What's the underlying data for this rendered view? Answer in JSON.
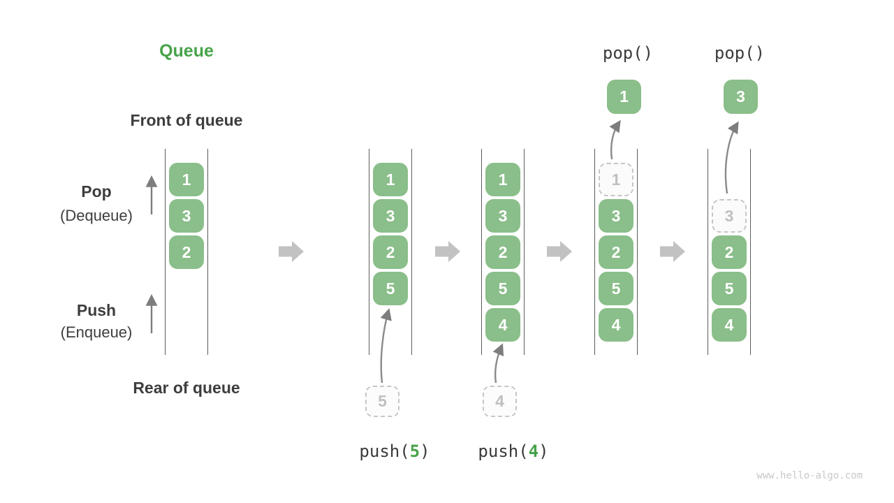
{
  "title": "Queue",
  "side_labels": {
    "front": "Front of queue",
    "rear": "Rear of queue",
    "pop": "Pop",
    "pop_sub": "(Dequeue)",
    "push": "Push",
    "push_sub": "(Enqueue)"
  },
  "queues": [
    {
      "slots": [
        "1",
        "3",
        "2"
      ]
    },
    {
      "slots": [
        "1",
        "3",
        "2",
        "5"
      ],
      "incoming": "5",
      "op": {
        "fn": "push(",
        "arg": "5",
        "close": ")"
      }
    },
    {
      "slots": [
        "1",
        "3",
        "2",
        "5",
        "4"
      ],
      "incoming": "4",
      "op": {
        "fn": "push(",
        "arg": "4",
        "close": ")"
      }
    },
    {
      "ghost": "1",
      "slots": [
        "3",
        "2",
        "5",
        "4"
      ],
      "popped": "1",
      "op_label": "pop()"
    },
    {
      "ghost": "3",
      "slots": [
        "2",
        "5",
        "4"
      ],
      "popped": "3",
      "op_label": "pop()"
    }
  ],
  "icons": {
    "step_arrow": "right-block-arrow",
    "pop_direction": "up-arrow",
    "push_direction": "up-arrow"
  },
  "colors": {
    "item_green": "#8ABE8A",
    "accent_green": "#47A34A",
    "step_arrow_gray": "#C2C2C2",
    "line_gray": "#7D7D7D",
    "text_dark": "#3D3D3D",
    "ghost_gray": "#C0C0C0"
  },
  "watermark": "www.hello-algo.com"
}
